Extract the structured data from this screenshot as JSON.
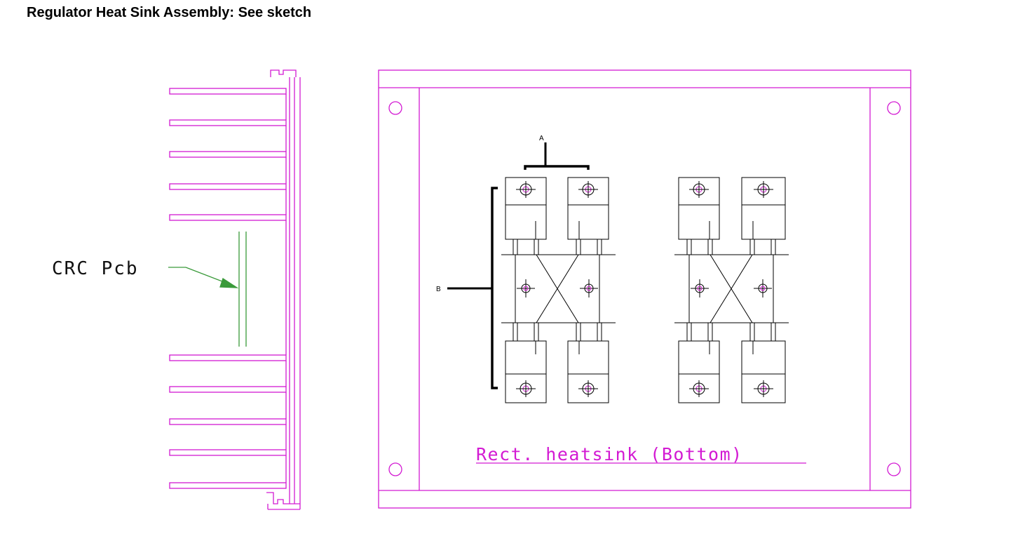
{
  "title": "Regulator Heat Sink Assembly: See sketch",
  "labels": {
    "pcb": "CRC Pcb",
    "dim_a": "A",
    "dim_b": "B",
    "heatsink_caption": "Rect. heatsink (Bottom)"
  },
  "colors": {
    "outline": "#d31ad3",
    "pcb": "#3a9a3a",
    "parts": "#000000"
  }
}
